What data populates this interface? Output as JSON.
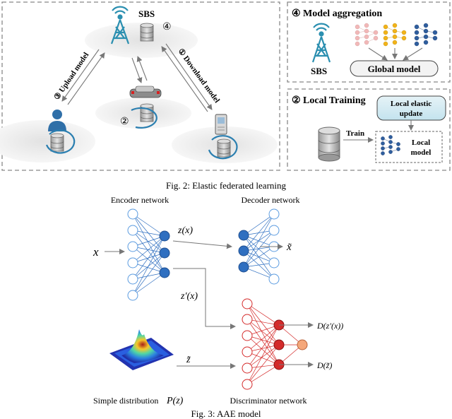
{
  "fig2": {
    "caption": "Fig. 2: Elastic federated learning",
    "left_panel": {
      "sbs_label": "SBS",
      "step_4_mark": "④",
      "step_1_label": "① Download model",
      "step_3_label": "③ Upload model",
      "step_2_mark": "②"
    },
    "aggregation_panel": {
      "title": "④ Model aggregation",
      "sbs_label": "SBS",
      "global_model_label": "Global model",
      "colors": {
        "pink": "#f2b8b8",
        "yellow": "#f2b318",
        "blue": "#2f5e9e"
      }
    },
    "training_panel": {
      "title": "② Local Training",
      "update_box_line1": "Local elastic",
      "update_box_line2": "update",
      "train_label": "Train",
      "local_model_line1": "Local",
      "local_model_line2": "model"
    }
  },
  "fig3": {
    "caption": "Fig. 3: AAE model",
    "encoder_label": "Encoder network",
    "decoder_label": "Decoder network",
    "discriminator_label": "Discriminator network",
    "input_symbol": "x",
    "output_symbol": "x̃",
    "z_label": "z(x)",
    "z_prime_label": "z′(x)",
    "z_tilde_label": "z̃",
    "d_real_label": "D(z′(x))",
    "d_fake_label": "D(z̃)",
    "distribution_label": "Simple distribution",
    "distribution_symbol": "P(z)",
    "colors": {
      "blue_node": "#2f6fc0",
      "red_node": "#d42a2a",
      "orange_node": "#f5a77a",
      "hollow_blue": "#5a9be0"
    }
  }
}
